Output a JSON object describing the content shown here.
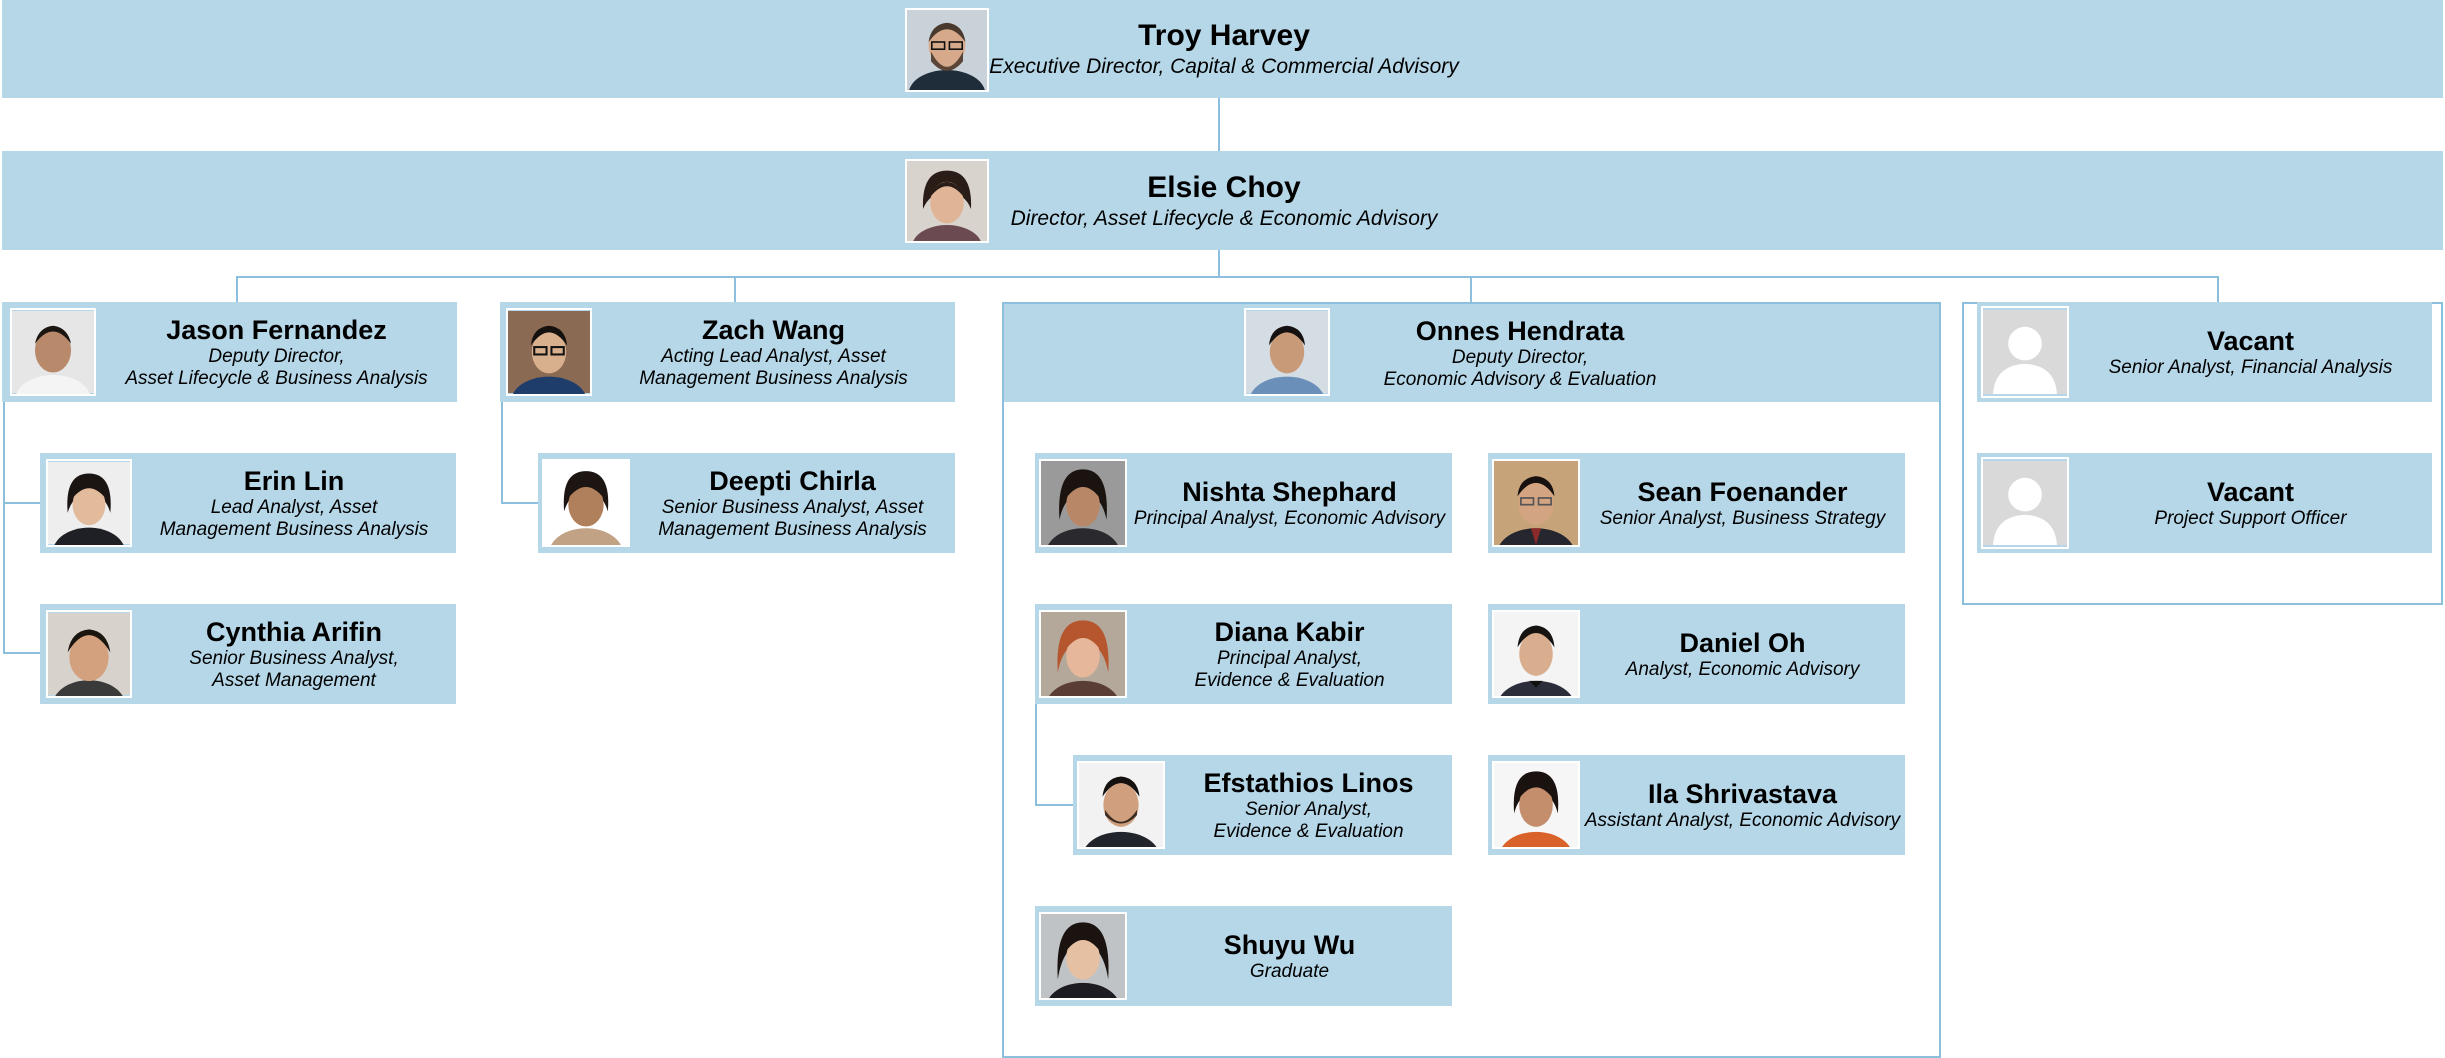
{
  "people": {
    "troy": {
      "name": "Troy Harvey",
      "title1": "Executive Director, Capital & Commercial Advisory",
      "title2": ""
    },
    "elsie": {
      "name": "Elsie Choy",
      "title1": "Director, Asset Lifecycle & Economic Advisory",
      "title2": ""
    },
    "jason": {
      "name": "Jason Fernandez",
      "title1": "Deputy Director,",
      "title2": "Asset Lifecycle & Business Analysis"
    },
    "zach": {
      "name": "Zach Wang",
      "title1": "Acting Lead Analyst, Asset",
      "title2": "Management Business Analysis"
    },
    "onnes": {
      "name": "Onnes Hendrata",
      "title1": "Deputy Director,",
      "title2": "Economic Advisory & Evaluation"
    },
    "vacant1": {
      "name": "Vacant",
      "title1": "Senior Analyst, Financial Analysis",
      "title2": ""
    },
    "erin": {
      "name": "Erin Lin",
      "title1": "Lead Analyst, Asset",
      "title2": "Management Business Analysis"
    },
    "deepti": {
      "name": "Deepti Chirla",
      "title1": "Senior Business Analyst, Asset",
      "title2": "Management Business Analysis"
    },
    "nishta": {
      "name": "Nishta Shephard",
      "title1": "Principal Analyst, Economic Advisory",
      "title2": ""
    },
    "sean": {
      "name": "Sean Foenander",
      "title1": "Senior Analyst, Business Strategy",
      "title2": ""
    },
    "vacant2": {
      "name": "Vacant",
      "title1": "Project Support Officer",
      "title2": ""
    },
    "cynthia": {
      "name": "Cynthia Arifin",
      "title1": "Senior Business Analyst,",
      "title2": "Asset Management"
    },
    "diana": {
      "name": "Diana Kabir",
      "title1": "Principal Analyst,",
      "title2": "Evidence & Evaluation"
    },
    "daniel": {
      "name": "Daniel Oh",
      "title1": "Analyst, Economic Advisory",
      "title2": ""
    },
    "efstathios": {
      "name": "Efstathios Linos",
      "title1": "Senior Analyst,",
      "title2": "Evidence & Evaluation"
    },
    "ila": {
      "name": "Ila Shrivastava",
      "title1": "Assistant Analyst, Economic Advisory",
      "title2": ""
    },
    "shuyu": {
      "name": "Shuyu Wu",
      "title1": "Graduate",
      "title2": ""
    }
  },
  "colors": {
    "box": "#b6d7e8",
    "connector": "#8bbfdb"
  }
}
